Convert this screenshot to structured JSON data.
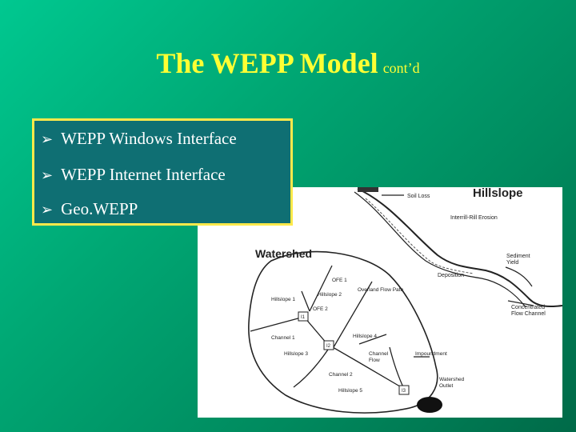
{
  "slide": {
    "title": "The WEPP Model",
    "title_suffix": "cont’d",
    "colors": {
      "title": "#ffff33",
      "box_border": "#ffe94a",
      "box_fill": "#0f6f73",
      "bullet_text": "#ffffff"
    }
  },
  "bullets": [
    "WEPP Windows Interface",
    "WEPP Internet Interface",
    "Geo.WEPP"
  ],
  "bullet_icon": "arrow-bullet-icon",
  "diagram": {
    "hillslope_heading": "Hillslope",
    "watershed_heading": "Watershed",
    "hillslope_labels": {
      "soil_loss": "Soil Loss",
      "interrill": "Interrill-Rill Erosion",
      "sediment_yield_1": "Sediment",
      "sediment_yield_2": "Yield",
      "deposition": "Deposition",
      "concentrated_1": "Concentrated",
      "concentrated_2": "Flow Channel"
    },
    "watershed_labels": {
      "ofe1": "OFE 1",
      "overland": "Overland Flow Path",
      "hillslope2": "Hillslope 2",
      "hillslope1": "Hillslope 1",
      "ofe2": "OFE 2",
      "i1": "I1",
      "hillslope4": "Hillslope 4",
      "channel1": "Channel 1",
      "i2": "I2",
      "impoundment": "Impoundment",
      "channel_flow_1": "Channel",
      "channel_flow_2": "Flow",
      "hillslope3": "Hillslope 3",
      "channel2": "Channel 2",
      "outlet_1": "Watershed",
      "outlet_2": "Outlet",
      "hillslope5": "Hillslope 5",
      "i3": "I3"
    }
  }
}
